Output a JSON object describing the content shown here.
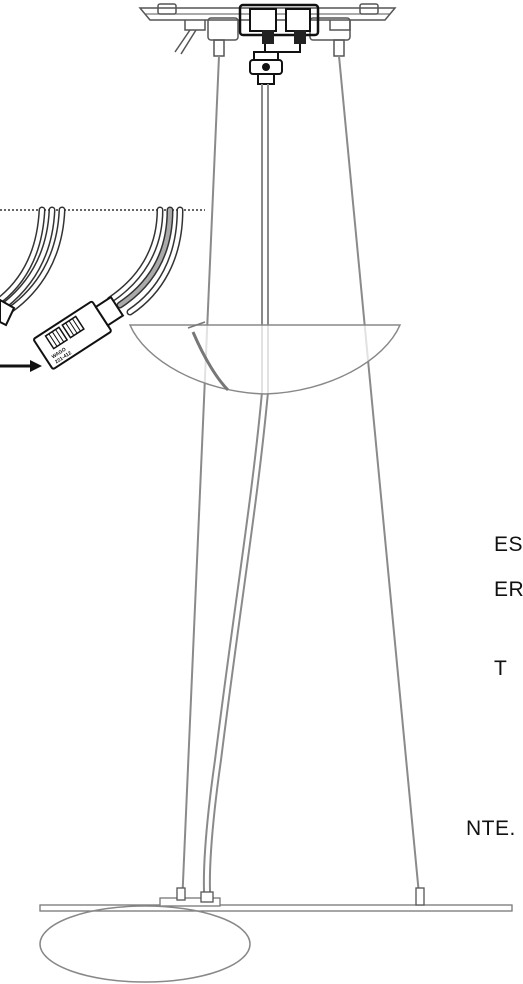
{
  "instruction_fragments": [
    {
      "id": "line-1",
      "text": "ES"
    },
    {
      "id": "line-2",
      "text": "ER."
    },
    {
      "id": "line-3",
      "text": "T"
    },
    {
      "id": "line-4",
      "text": "NTE."
    }
  ],
  "connector": {
    "label_1": "WAGO",
    "label_2": "221-412"
  },
  "colors": {
    "outline": "#555555",
    "rod": "#8a8a8a",
    "text": "#111111"
  }
}
